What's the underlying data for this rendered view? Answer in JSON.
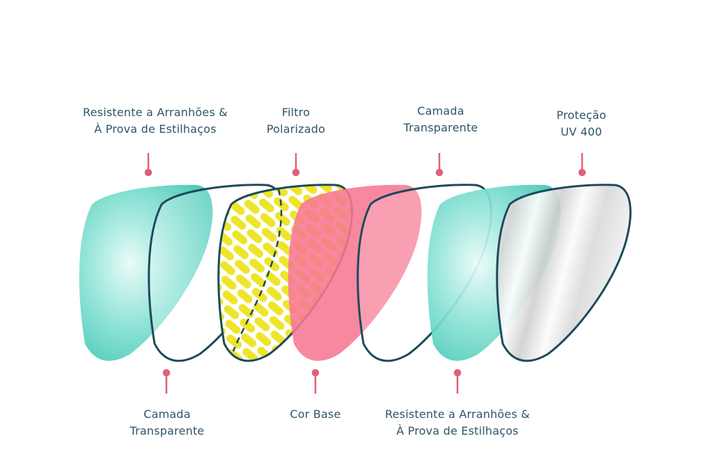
{
  "colors": {
    "text": "#2d5566",
    "outline": "#1d4a5c",
    "pin": "#e25f79",
    "teal": "#3ec7b5",
    "pink": "#f77892",
    "yellow": "#eee52a"
  },
  "diagram": {
    "layers": [
      {
        "name": "teal-lens",
        "color": "#3ec7b5"
      },
      {
        "name": "clear-lens",
        "color": "#ffffff"
      },
      {
        "name": "polarized-pattern-lens",
        "color": "#eee52a"
      },
      {
        "name": "pink-lens",
        "color": "#f77892"
      },
      {
        "name": "clear-lens",
        "color": "#ffffff"
      },
      {
        "name": "teal-lens",
        "color": "#3ec7b5"
      },
      {
        "name": "uv-silver-lens",
        "color": "#e2e2e2"
      }
    ],
    "labels_top": [
      {
        "line1": "Resistente a Arranhões &",
        "line2": "À Prova de Estilhaços"
      },
      {
        "line1": "Filtro",
        "line2": "Polarizado"
      },
      {
        "line1": "Camada",
        "line2": "Transparente"
      },
      {
        "line1": "Proteção",
        "line2": "UV 400"
      }
    ],
    "labels_bottom": [
      {
        "line1": "Camada",
        "line2": "Transparente"
      },
      {
        "line1": "Cor Base",
        "line2": ""
      },
      {
        "line1": "Resistente a Arranhões &",
        "line2": "À Prova de Estilhaços"
      }
    ]
  }
}
